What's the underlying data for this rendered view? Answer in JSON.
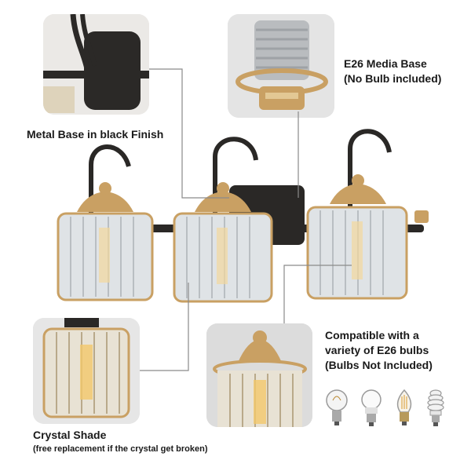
{
  "callouts": {
    "metal_base": "Metal Base in black Finish",
    "media_base_line1": "E26 Media Base",
    "media_base_line2": "(No Bulb included)",
    "compatible_line1": "Compatible with a",
    "compatible_line2": "variety of E26 bulbs",
    "compatible_line3": "(Bulbs Not Included)",
    "crystal_shade": "Crystal Shade",
    "crystal_note": "(free replacement if the crystal get broken)"
  },
  "bulb_icons": [
    "incandescent-bulb-icon",
    "led-bulb-icon",
    "filament-bulb-icon",
    "cfl-spiral-bulb-icon"
  ],
  "colors": {
    "black_finish": "#2a2826",
    "gold": "#c9a063",
    "crystal": "#dfe3e6",
    "leader_line": "#8a8a8a",
    "photo_bg": "#ececec"
  }
}
